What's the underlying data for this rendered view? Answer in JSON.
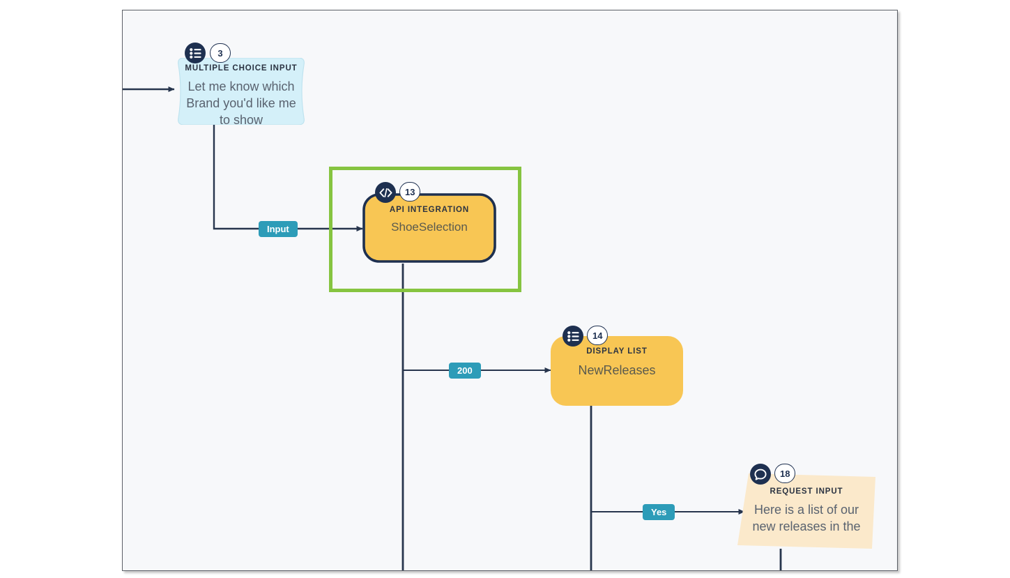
{
  "canvas": {
    "background_color": "#f7f8fa",
    "border_color": "#5b5f66"
  },
  "palette": {
    "node_blue": "#d4f0f9",
    "node_orange": "#f8c654",
    "node_cream": "#fbe9cb",
    "icon_navy": "#1e3050",
    "edge_navy": "#27354d",
    "label_teal": "#2d9cb8",
    "selection_green": "#86c440"
  },
  "nodes": [
    {
      "id": "3",
      "kind": "MULTIPLE CHOICE INPUT",
      "title": "Let me know which Brand you'd like me to show",
      "icon": "list-icon",
      "number": "3",
      "shape": "scroll",
      "color": "#d4f0f9",
      "selected": false
    },
    {
      "id": "13",
      "kind": "API INTEGRATION",
      "title": "ShoeSelection",
      "icon": "code-icon",
      "number": "13",
      "shape": "rounded-outlined",
      "color": "#f8c654",
      "selected": true
    },
    {
      "id": "14",
      "kind": "DISPLAY LIST",
      "title": "NewReleases",
      "icon": "list-icon",
      "number": "14",
      "shape": "rounded",
      "color": "#f8c654",
      "selected": false
    },
    {
      "id": "18",
      "kind": "REQUEST INPUT",
      "title": "Here is a list of our new releases in the",
      "icon": "chat-bubble-icon",
      "number": "18",
      "shape": "parallelogram",
      "color": "#fbe9cb",
      "selected": false
    }
  ],
  "edges": [
    {
      "id": "edge-entry",
      "label": "",
      "from": "canvas-left",
      "to": "3"
    },
    {
      "id": "edge-3-to-13",
      "label": "Input",
      "from": "3",
      "to": "13"
    },
    {
      "id": "edge-13-to-14",
      "label": "200",
      "from": "13",
      "to": "14"
    },
    {
      "id": "edge-14-to-18",
      "label": "Yes",
      "from": "14",
      "to": "18"
    },
    {
      "id": "edge-13-down",
      "label": "",
      "from": "13",
      "to": "below-canvas"
    },
    {
      "id": "edge-14-down",
      "label": "",
      "from": "14",
      "to": "below-canvas"
    },
    {
      "id": "edge-18-down",
      "label": "",
      "from": "18",
      "to": "below-canvas"
    }
  ]
}
